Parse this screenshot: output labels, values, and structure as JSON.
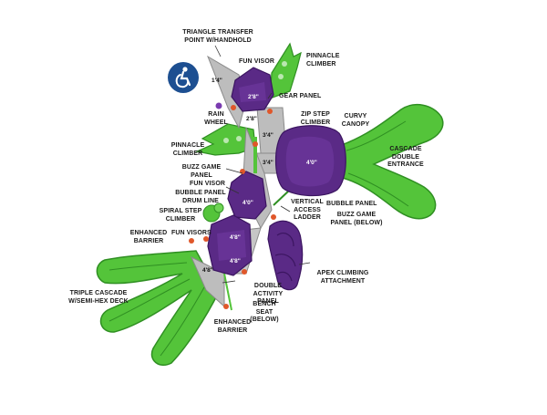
{
  "colors": {
    "green": "#54c43a",
    "green_dark": "#2f8f22",
    "purple": "#5a2a86",
    "purple_dark": "#3b1560",
    "deck": "#bdbdbd",
    "post_orange": "#e0572a",
    "accessibility_blue": "#1d4f91"
  },
  "icons": {
    "accessibility": "wheelchair-accessibility-icon"
  },
  "labels": {
    "triangle_transfer": "TRIANGLE TRANSFER\nPOINT W/HANDHOLD",
    "fun_visor_top": "FUN VISOR",
    "pinnacle_climber_top": "PINNACLE\nCLIMBER",
    "gear_panel": "GEAR PANEL",
    "rain_wheel": "RAIN\nWHEEL",
    "zip_step_climber": "ZIP STEP\nCLIMBER",
    "curvy_canopy": "CURVY\nCANOPY",
    "pinnacle_climber_left": "PINNACLE\nCLIMBER",
    "cascade_double_entrance": "CASCADE\nDOUBLE\nENTRANCE",
    "buzz_game_panel": "BUZZ GAME\nPANEL",
    "fun_visor_mid": "FUN VISOR",
    "bubble_panel_drum_line": "BUBBLE PANEL\nDRUM LINE",
    "spiral_step_climber": "SPIRAL STEP\nCLIMBER",
    "vertical_access_ladder": "VERTICAL\nACCESS\nLADDER",
    "bubble_panel": "BUBBLE PANEL",
    "buzz_game_panel_below": "BUZZ GAME\nPANEL (BELOW)",
    "enhanced_barrier_left": "ENHANCED\nBARRIER",
    "fun_visors": "FUN VISORS",
    "apex_climbing": "APEX CLIMBING\nATTACHMENT",
    "triple_cascade": "TRIPLE CASCADE\nW/SEMI-HEX DECK",
    "double_activity_panel": "DOUBLE ACTIVITY\nPANEL",
    "bench_seat": "BENCH SEAT\n(BELOW)",
    "enhanced_barrier_bottom": "ENHANCED\nBARRIER"
  },
  "dimensions": {
    "d_1_4": "1'4\"",
    "d_2_8_a": "2'8\"",
    "d_2_8_b": "2'8\"",
    "d_3_4_a": "3'4\"",
    "d_3_4_b": "3'4\"",
    "d_4_0_canopy": "4'0\"",
    "d_4_0_mid": "4'0\"",
    "d_4_8_a": "4'8\"",
    "d_4_8_b": "4'8\"",
    "d_4_8_c": "4'8\""
  }
}
